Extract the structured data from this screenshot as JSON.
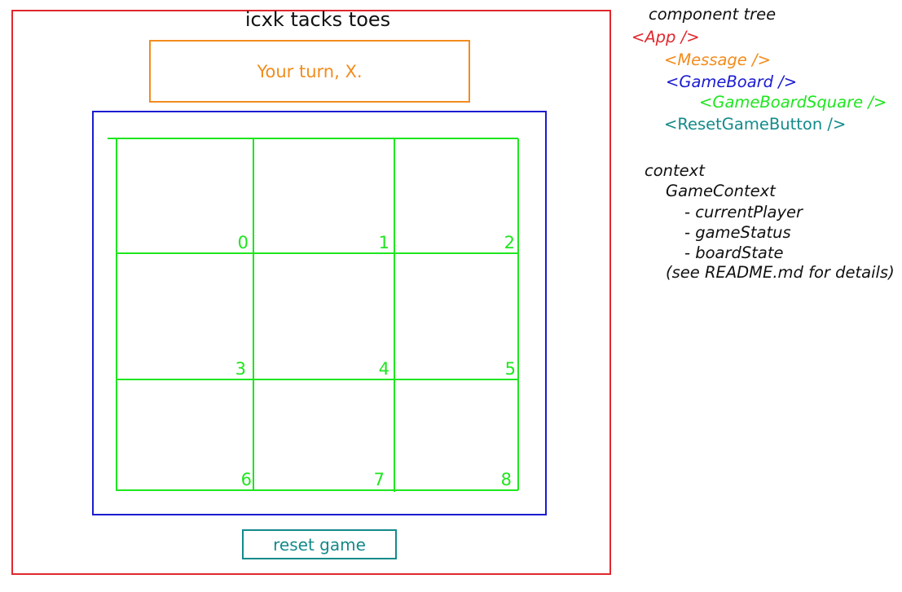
{
  "app": {
    "title": "icxk tacks toes",
    "message": "Your turn, X.",
    "reset_label": "reset game"
  },
  "board": {
    "squares": [
      "0",
      "1",
      "2",
      "3",
      "4",
      "5",
      "6",
      "7",
      "8"
    ]
  },
  "legend": {
    "component_tree_heading": "component tree",
    "app_tag": "<App />",
    "message_tag": "<Message />",
    "gameboard_tag": "<GameBoard />",
    "gameboardsquare_tag": "<GameBoardSquare />",
    "resetbutton_tag": "<ResetGameButton />",
    "context_heading": "context",
    "gamecontext_label": "GameContext",
    "current_player": "- currentPlayer",
    "game_status": "- gameStatus",
    "board_state": "- boardState",
    "readme_note": "(see README.md for details)"
  },
  "colors": {
    "app": "#e0282e",
    "message": "#f28c1c",
    "gameboard": "#1b1bd1",
    "square": "#1ee61e",
    "reset": "#148a8a",
    "text": "#111111"
  }
}
